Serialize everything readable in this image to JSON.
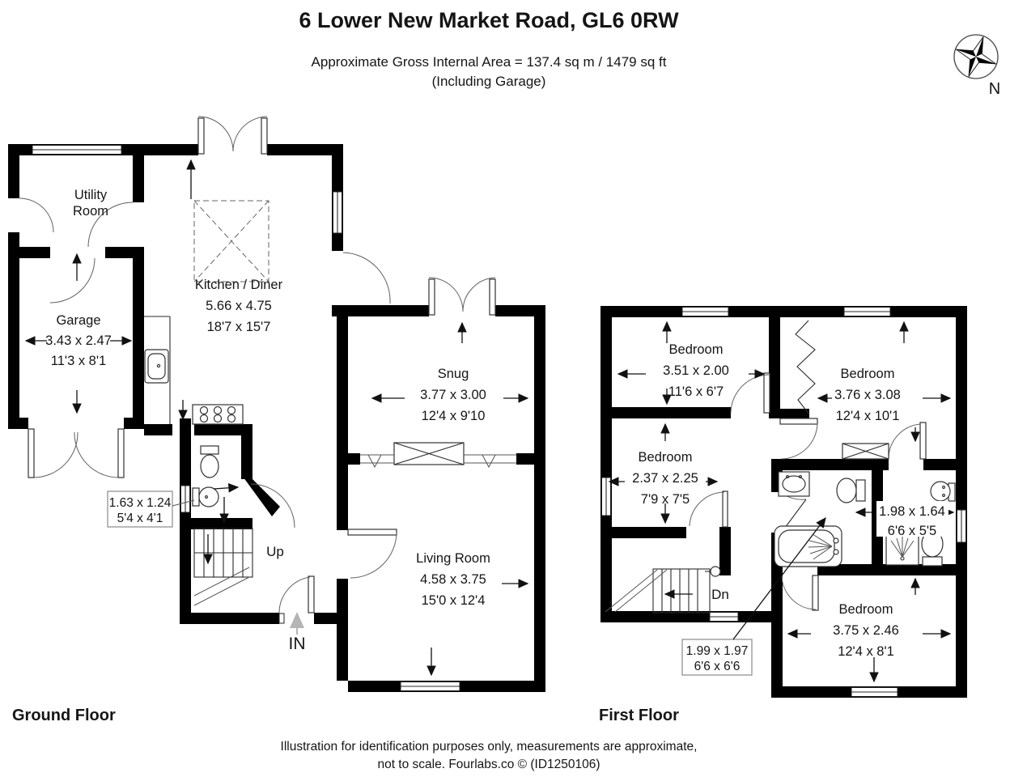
{
  "header": {
    "title": "6 Lower New Market Road, GL6 0RW",
    "area_line_1": "Approximate Gross Internal Area = 137.4 sq m / 1479 sq ft",
    "area_line_2": "(Including Garage)",
    "compass_north": "N"
  },
  "ground_floor": {
    "label": "Ground Floor",
    "utility": {
      "line1": "Utility",
      "line2": "Room"
    },
    "garage": {
      "name": "Garage",
      "metric": "3.43 x 2.47",
      "imperial": "11'3 x 8'1"
    },
    "kitchen": {
      "name": "Kitchen / Diner",
      "metric": "5.66 x 4.75",
      "imperial": "18'7 x 15'7"
    },
    "snug": {
      "name": "Snug",
      "metric": "3.77 x 3.00",
      "imperial": "12'4 x 9'10"
    },
    "living": {
      "name": "Living Room",
      "metric": "4.58 x 3.75",
      "imperial": "15'0 x 12'4"
    },
    "wc": {
      "metric": "1.63 x 1.24",
      "imperial": "5'4 x 4'1"
    },
    "stairs_label": "Up",
    "entrance_label": "IN"
  },
  "first_floor": {
    "label": "First Floor",
    "bedroom1": {
      "name": "Bedroom",
      "metric": "3.51 x 2.00",
      "imperial": "11'6 x 6'7"
    },
    "bedroom2": {
      "name": "Bedroom",
      "metric": "3.76 x 3.08",
      "imperial": "12'4 x 10'1"
    },
    "bedroom3": {
      "name": "Bedroom",
      "metric": "2.37 x 2.25",
      "imperial": "7'9 x 7'5"
    },
    "shower_room": {
      "metric": "1.98 x 1.64",
      "imperial": "6'6 x 5'5"
    },
    "bedroom4": {
      "name": "Bedroom",
      "metric": "3.75 x 2.46",
      "imperial": "12'4 x 8'1"
    },
    "landing": {
      "metric": "1.99 x 1.97",
      "imperial": "6'6 x 6'6"
    },
    "stairs_label": "Dn"
  },
  "footer": {
    "line1": "Illustration for identification purposes only, measurements are approximate,",
    "line2": "not to scale. Fourlabs.co © (ID1250106)"
  }
}
